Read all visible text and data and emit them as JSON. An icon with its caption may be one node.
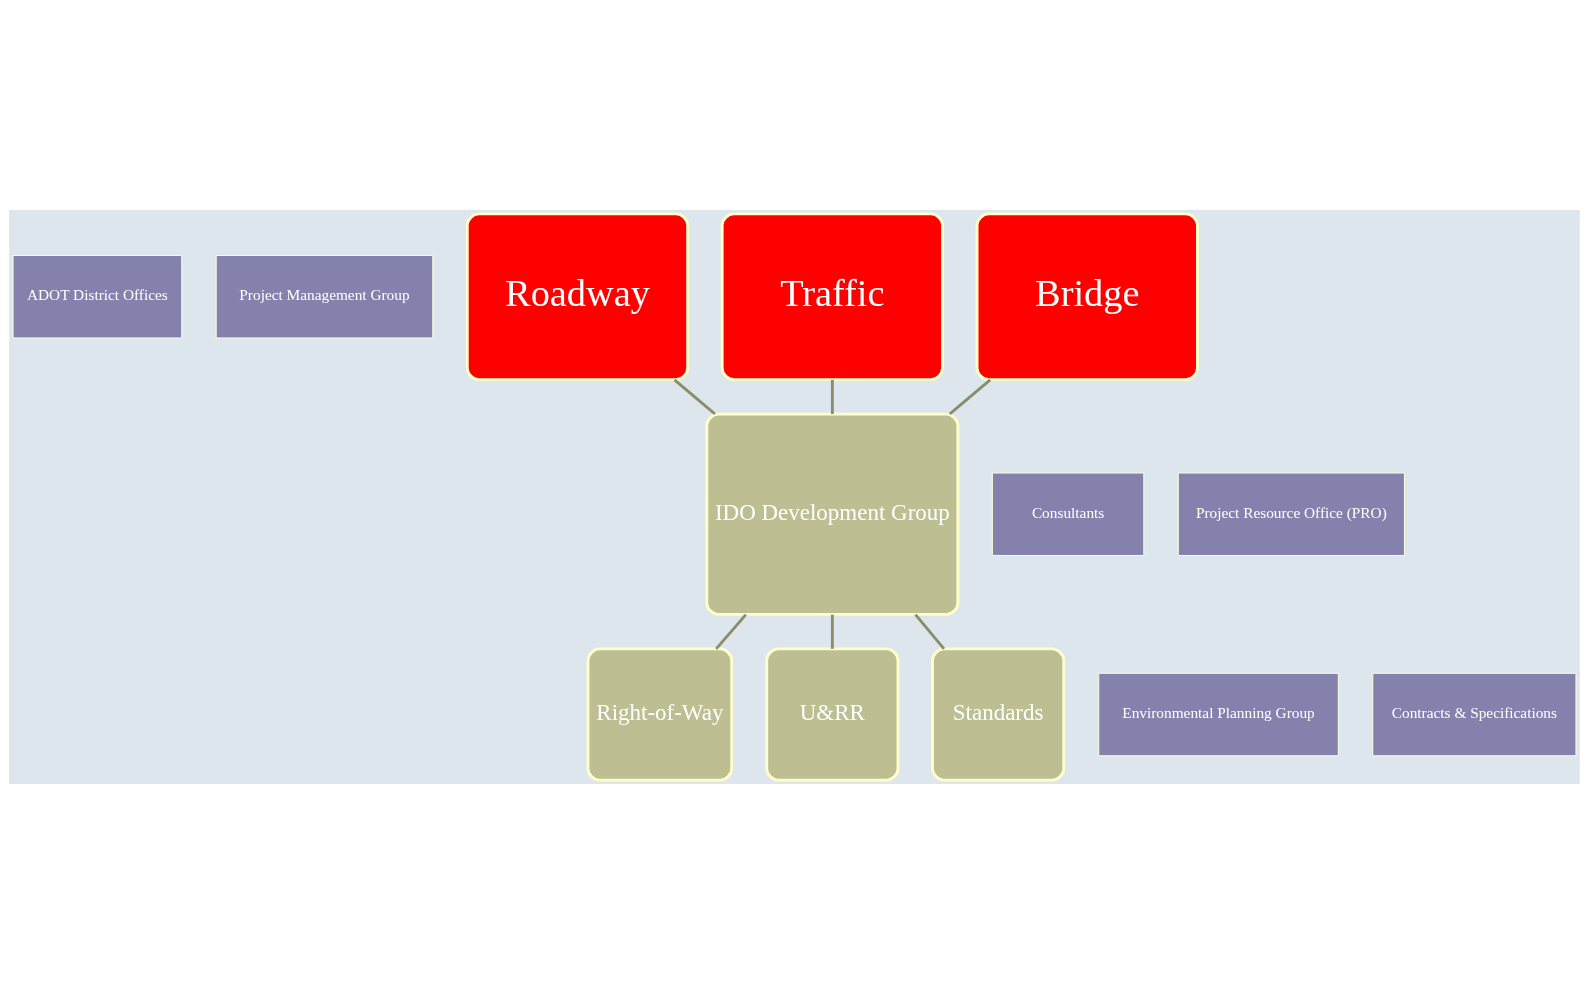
{
  "diagram": {
    "nodes": [
      {
        "text": [
          "ADOT District Offices"
        ]
      },
      {
        "text": [
          "Project Management Group"
        ]
      },
      {
        "text": [
          "Roadway"
        ]
      },
      {
        "text": [
          "Traffic"
        ]
      },
      {
        "text": [
          "Bridge"
        ]
      },
      {
        "text": [
          "IDO Development Group"
        ]
      },
      {
        "text": [
          "Consultants"
        ]
      },
      {
        "text": [
          "Project Resource Office (PRO)"
        ]
      },
      {
        "text": [
          "Right-of-Way"
        ]
      },
      {
        "text": [
          "U&RR"
        ]
      },
      {
        "text": [
          "Standards"
        ]
      },
      {
        "text": [
          "Environmental Planning Group"
        ]
      },
      {
        "text": [
          "Contracts & Specifications"
        ]
      }
    ],
    "edges": [
      {
        "from": 2,
        "to": 5,
        "arrow": "none"
      },
      {
        "from": 3,
        "to": 5,
        "arrow": "none"
      },
      {
        "from": 4,
        "to": 5,
        "arrow": "none"
      },
      {
        "from": 5,
        "to": 8,
        "arrow": "none"
      },
      {
        "from": 5,
        "to": 9,
        "arrow": "none"
      },
      {
        "from": 5,
        "to": 10,
        "arrow": "none"
      }
    ]
  }
}
